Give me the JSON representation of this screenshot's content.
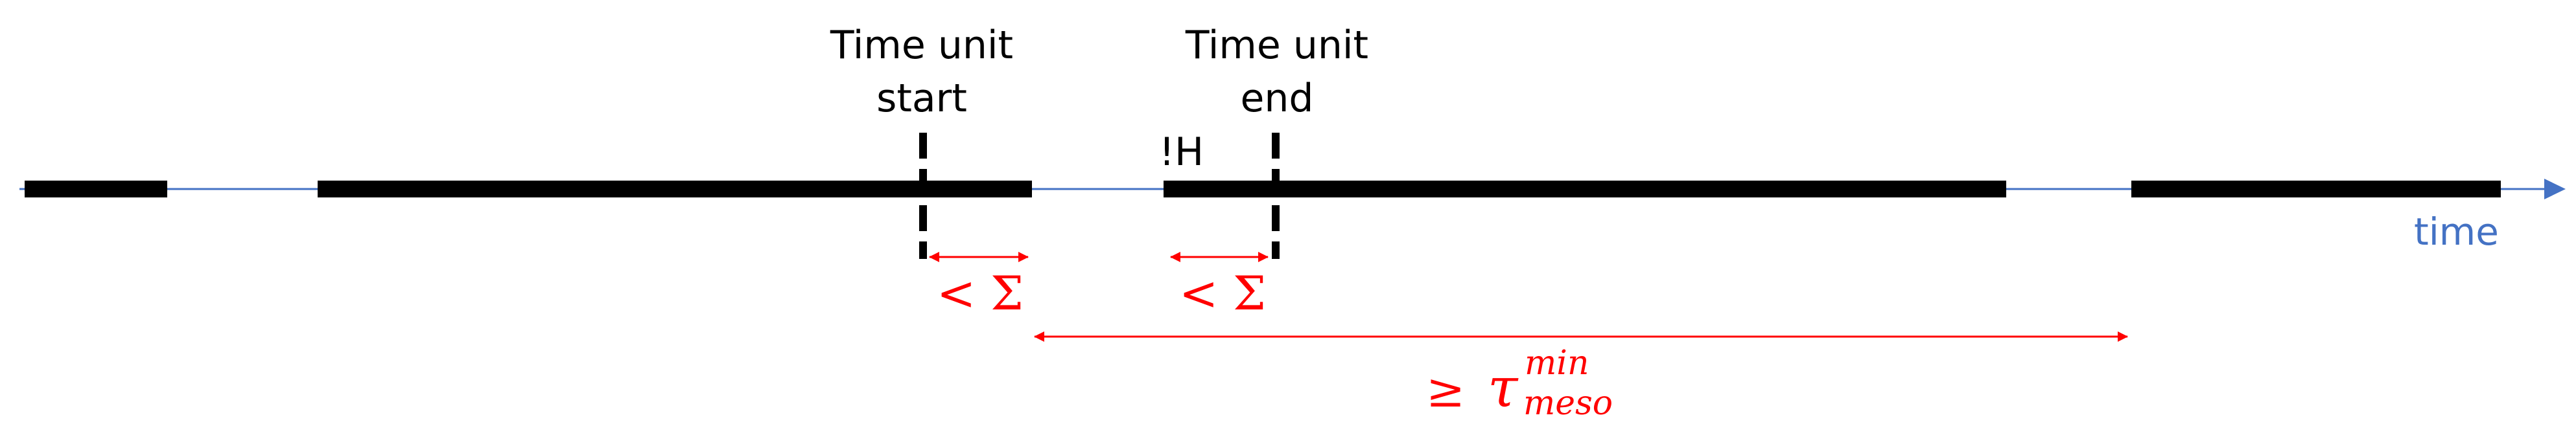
{
  "diagram": {
    "labels": {
      "time_unit_start_line1": "Time unit",
      "time_unit_start_line2": "start",
      "time_unit_end_line1": "Time unit",
      "time_unit_end_line2": "end",
      "not_h": "!H",
      "time_axis": "time",
      "less_sigma_left": "< Σ",
      "less_sigma_right": "< Σ",
      "geq_symbol": "≥",
      "tau_symbol": "τ",
      "tau_superscript": "min",
      "tau_subscript": "meso"
    },
    "colors": {
      "timeline": "#4472c4",
      "segments": "#000000",
      "annotations": "#ff0000"
    }
  }
}
